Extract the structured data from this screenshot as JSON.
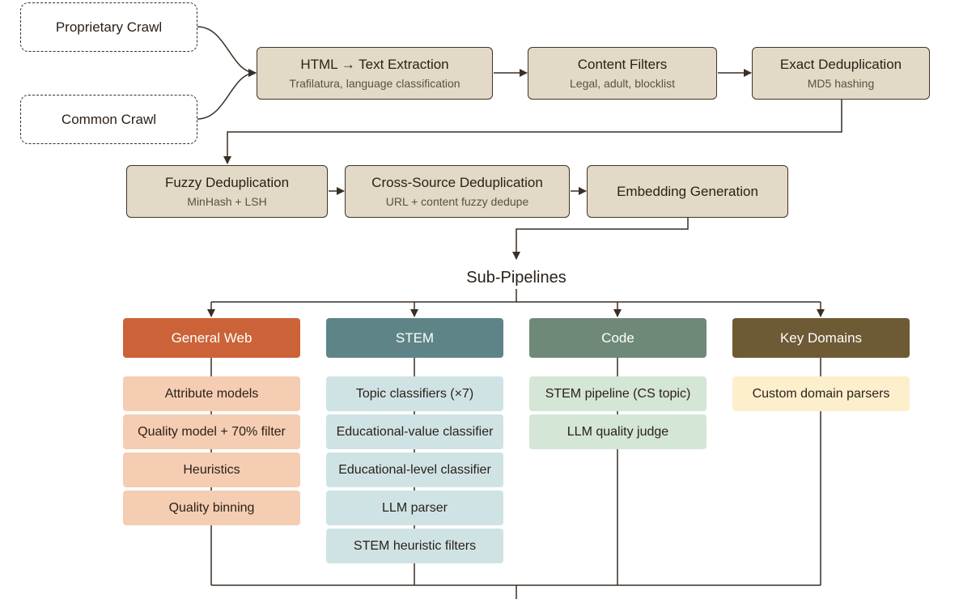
{
  "sources": [
    "Proprietary Crawl",
    "Common Crawl"
  ],
  "stages": [
    {
      "title": "HTML → Text Extraction",
      "subtitle": "Trafilatura, language classification"
    },
    {
      "title": "Content Filters",
      "subtitle": "Legal, adult, blocklist"
    },
    {
      "title": "Exact Deduplication",
      "subtitle": "MD5 hashing"
    },
    {
      "title": "Fuzzy Deduplication",
      "subtitle": "MinHash + LSH"
    },
    {
      "title": "Cross-Source Deduplication",
      "subtitle": "URL + content fuzzy dedupe"
    },
    {
      "title": "Embedding Generation"
    }
  ],
  "sub_pipelines_heading": "Sub-Pipelines",
  "pipelines": [
    {
      "name": "General Web",
      "header_color": "#cc6338",
      "item_color": "#f5cdb3",
      "items": [
        "Attribute models",
        "Quality model + 70% filter",
        "Heuristics",
        "Quality binning"
      ]
    },
    {
      "name": "STEM",
      "header_color": "#5e8487",
      "item_color": "#cfe3e5",
      "items": [
        "Topic classifiers (×7)",
        "Educational-value classifier",
        "Educational-level classifier",
        "LLM parser",
        "STEM heuristic filters"
      ]
    },
    {
      "name": "Code",
      "header_color": "#6f8979",
      "item_color": "#d4e6d6",
      "items": [
        "STEM pipeline (CS topic)",
        "LLM quality judge"
      ]
    },
    {
      "name": "Key Domains",
      "header_color": "#6e5a35",
      "item_color": "#fdefcc",
      "items": [
        "Custom domain parsers"
      ]
    }
  ],
  "colors": {
    "stage_fill": "#e2d9c6",
    "stage_border": "#3f3428",
    "line": "#3a2f25"
  }
}
